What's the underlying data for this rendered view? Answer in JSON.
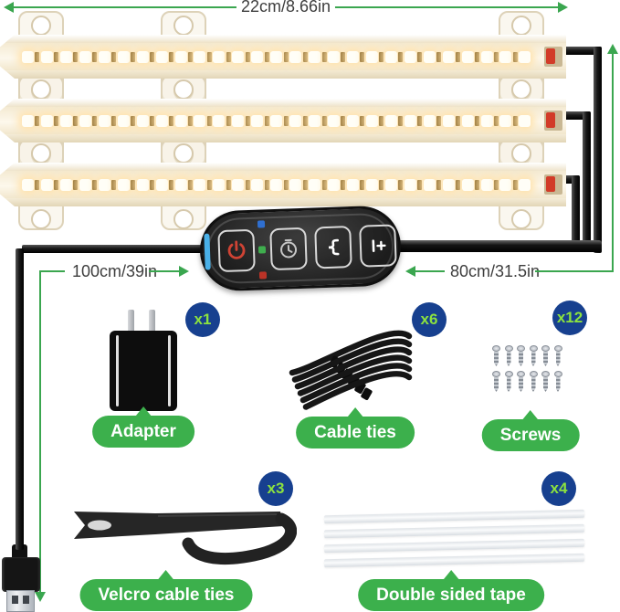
{
  "measurements": {
    "strip_length": "22cm/8.66in",
    "usb_cable_length": "100cm/39in",
    "strip_cable_length": "80cm/31.5in"
  },
  "colors": {
    "annotation_green": "#3aa64f",
    "label_pill_green": "#3cb04c",
    "badge_blue": "#17408f",
    "badge_text_green": "#8ce23f",
    "led_warm_white": "#fdf3dd",
    "power_icon_red": "#cf4334",
    "indicator_bar_blue": "#49b0e8"
  },
  "strips": {
    "count": 3,
    "leds_per_strip": 27
  },
  "controller": {
    "buttons": [
      {
        "name": "power"
      },
      {
        "name": "timer"
      },
      {
        "name": "cycle"
      },
      {
        "name": "brightness"
      }
    ],
    "indicator_dots": [
      "blue",
      "green",
      "red"
    ]
  },
  "accessories": [
    {
      "label": "Adapter",
      "count": "x1"
    },
    {
      "label": "Cable ties",
      "count": "x6"
    },
    {
      "label": "Screws",
      "count": "x12"
    },
    {
      "label": "Velcro cable ties",
      "count": "x3"
    },
    {
      "label": "Double sided tape",
      "count": "x4"
    }
  ]
}
